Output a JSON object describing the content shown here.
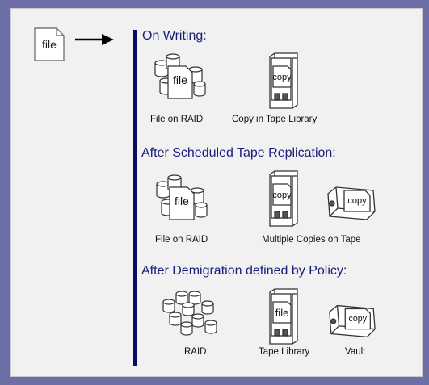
{
  "source_file": {
    "label": "file"
  },
  "sections": [
    {
      "heading": "On Writing:",
      "items": [
        {
          "caption": "File on RAID",
          "icon_label": "file"
        },
        {
          "caption": "Copy in Tape Library",
          "icon_label": "copy"
        }
      ]
    },
    {
      "heading": "After Scheduled Tape Replication:",
      "items": [
        {
          "caption": "File on RAID",
          "icon_label": "file"
        },
        {
          "caption": "Multiple Copies on Tape",
          "icon_label": "copy",
          "icon_label_2": "copy"
        }
      ]
    },
    {
      "heading": "After Demigration defined by Policy:",
      "items": [
        {
          "caption": "RAID"
        },
        {
          "caption": "Tape Library",
          "icon_label": "file"
        },
        {
          "caption": "Vault",
          "icon_label": "copy"
        }
      ]
    }
  ],
  "colors": {
    "background": "#6b6fa6",
    "panel": "#f1f1f1",
    "heading": "#1b1d7a",
    "divider": "#0a0b66"
  }
}
